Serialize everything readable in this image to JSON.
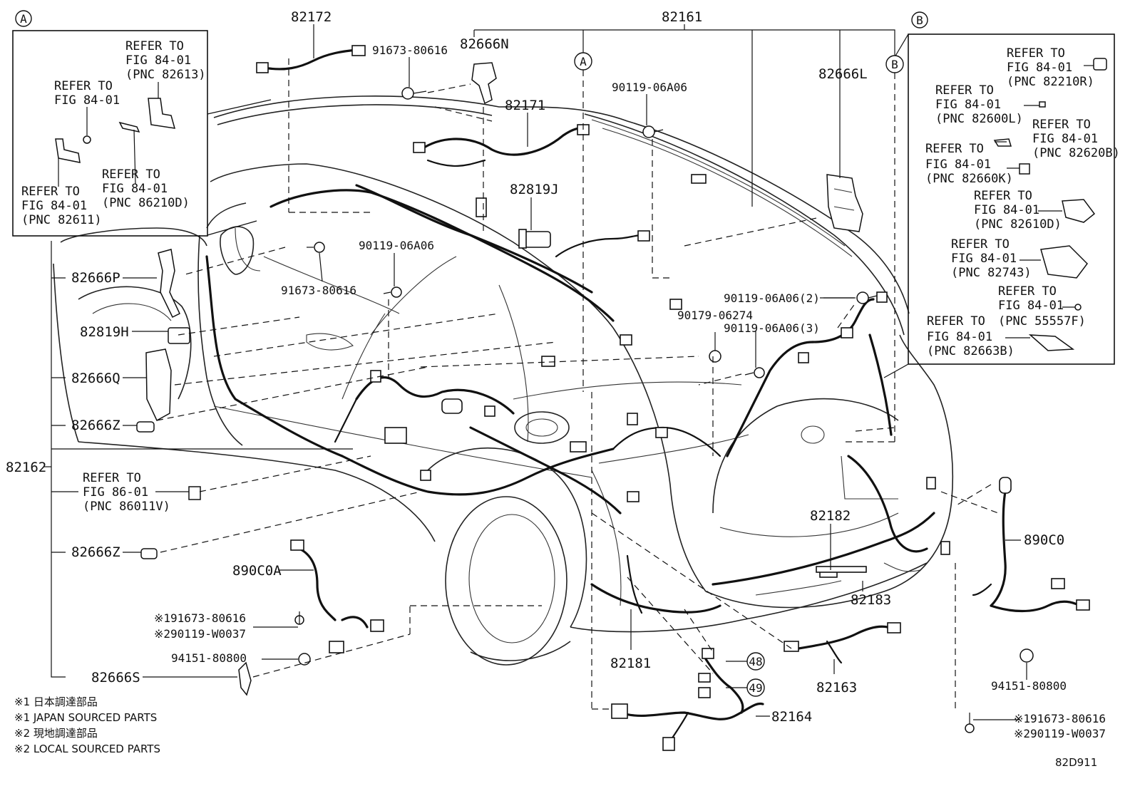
{
  "diagram_code": "82D911",
  "section_markers": [
    "A",
    "B"
  ],
  "part_numbers": {
    "p82161": "82161",
    "p82172": "82172",
    "p82666N": "82666N",
    "p82171": "82171",
    "p82666L": "82666L",
    "p82819J": "82819J",
    "p82666P": "82666P",
    "p82819H": "82819H",
    "p82666Q": "82666Q",
    "p82666Z_a": "82666Z",
    "p82666Z_b": "82666Z",
    "p82162": "82162",
    "p82666S": "82666S",
    "p890C0A": "890C0A",
    "p890C0": "890C0",
    "p82182": "82182",
    "p82183": "82183",
    "p82181": "82181",
    "p82163": "82163",
    "p82164": "82164",
    "b91673_80616_top": "91673-80616",
    "b91673_80616_mid": "91673-80616",
    "b90119_06A06_top": "90119-06A06",
    "b90119_06A06_mid": "90119-06A06",
    "b90119_06A06_2": "90119-06A06(2)",
    "b90119_06A06_3": "90119-06A06(3)",
    "b90179_06274": "90179-06274",
    "b94151_80800_left": "94151-80800",
    "b94151_80800_right": "94151-80800",
    "mark1_left": "※191673-80616",
    "mark2_left": "※290119-W0037",
    "mark1_right": "※191673-80616",
    "mark2_right": "※290119-W0037",
    "circle48": "48",
    "circle49": "49"
  },
  "refer_to": {
    "refer": "REFER TO",
    "fig8401": "FIG 84-01",
    "fig8601": "FIG 86-01",
    "pnc82613": "(PNC 82613)",
    "pnc86210D": "(PNC 86210D)",
    "pnc82611": "(PNC 82611)",
    "pnc86011V": "(PNC 86011V)",
    "pnc82210R": "(PNC 82210R)",
    "pnc82600L": "(PNC 82600L)",
    "pnc82620B": "(PNC 82620B)",
    "pnc82660K": "(PNC 82660K)",
    "pnc82610D": "(PNC 82610D)",
    "pnc82743": "(PNC 82743)",
    "pnc55557F": "(PNC 55557F)",
    "pnc82663B": "(PNC 82663B)"
  },
  "notes": {
    "n1_jp": "※1 日本調達部品",
    "n1_en": "※1 JAPAN SOURCED PARTS",
    "n2_jp": "※2 現地調達部品",
    "n2_en": "※2 LOCAL SOURCED PARTS"
  }
}
